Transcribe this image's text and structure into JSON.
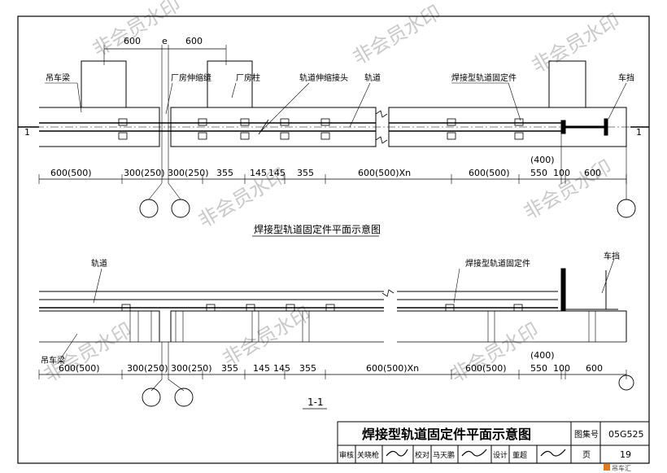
{
  "plan": {
    "title": "焊接型轨道固定件平面示意图",
    "top_dims": {
      "left": "600",
      "mid": "e",
      "right": "600"
    },
    "labels": {
      "beam": "吊车梁",
      "expansion_joint": "厂房伸缩缝",
      "column": "厂房柱",
      "rail_joint": "轨道伸缩接头",
      "rail": "轨道",
      "fixing": "焊接型轨道固定件",
      "stop": "车挡"
    },
    "dims": [
      "600(500)",
      "300(250)",
      "300(250)",
      "355",
      "145",
      "145",
      "355",
      "600(500)Xn",
      "600(500)",
      "550",
      "100",
      "600"
    ],
    "dim_400": "(400)",
    "section_mark": "1"
  },
  "section": {
    "title": "1-1",
    "labels": {
      "rail": "轨道",
      "fixing": "焊接型轨道固定件",
      "stop": "车挡",
      "beam": "吊车梁"
    },
    "dims": [
      "600(500)",
      "300(250)",
      "300(250)",
      "355",
      "145",
      "145",
      "355",
      "600(500)Xn",
      "600(500)",
      "550",
      "100",
      "600"
    ],
    "dim_400": "(400)"
  },
  "title_block": {
    "title": "焊接型轨道固定件平面示意图",
    "atlas_label": "图集号",
    "atlas_no": "05G525",
    "review_label": "审核",
    "reviewer": "关晓枪",
    "check_label": "校对",
    "checker": "马天鹏",
    "design_label": "设计",
    "designer": "董超",
    "page_label": "页",
    "page_no": "19"
  },
  "watermark": "非会员水印",
  "footer_logo": "吊车汇"
}
